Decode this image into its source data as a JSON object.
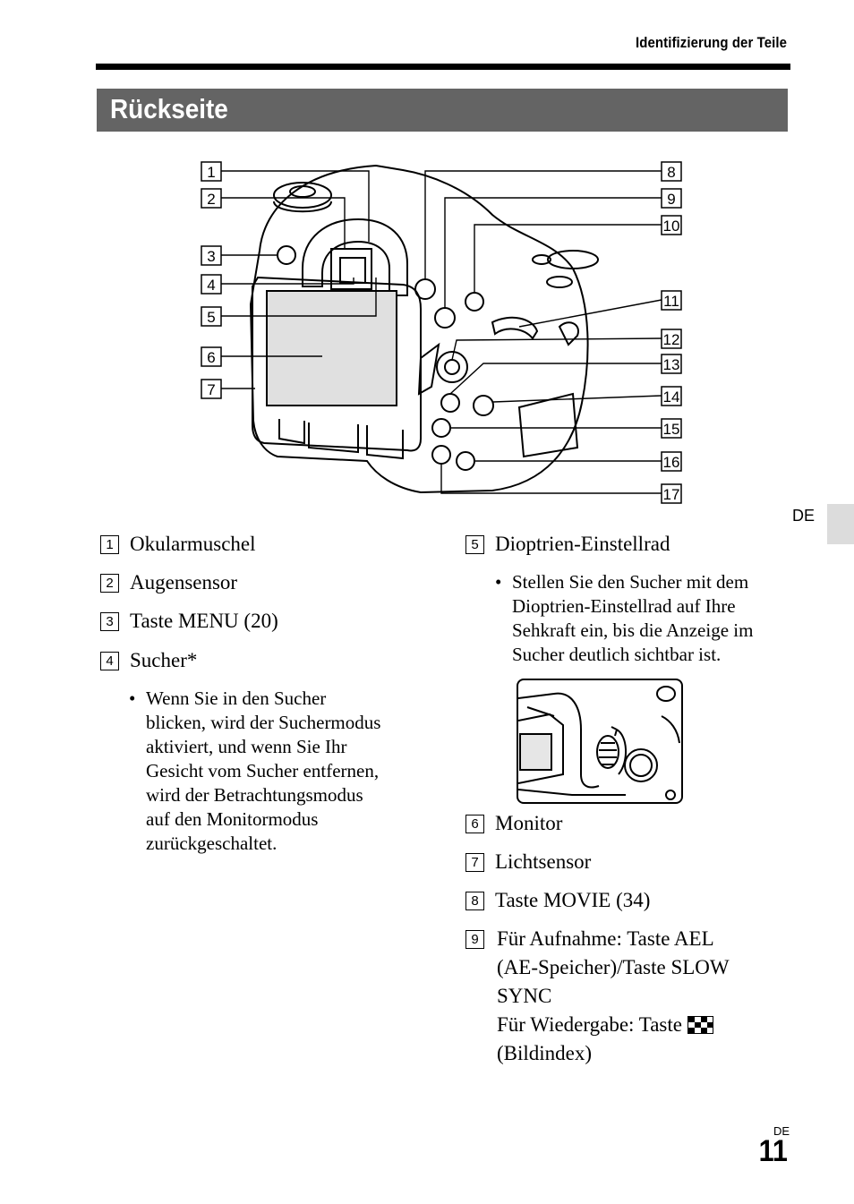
{
  "header": {
    "running_head": "Identifizierung der Teile"
  },
  "section": {
    "title": "Rückseite"
  },
  "figure": {
    "callouts": [
      "1",
      "2",
      "3",
      "4",
      "5",
      "6",
      "7",
      "8",
      "9",
      "10",
      "11",
      "12",
      "13",
      "14",
      "15",
      "16",
      "17"
    ]
  },
  "lang_tab": "DE",
  "left_column": {
    "items": [
      {
        "num": "1",
        "label": "Okularmuschel"
      },
      {
        "num": "2",
        "label": "Augensensor"
      },
      {
        "num": "3",
        "label": "Taste MENU (20)"
      },
      {
        "num": "4",
        "label": "Sucher*"
      }
    ],
    "bullet_lines": [
      "Wenn Sie in den Sucher",
      "blicken, wird der Suchermodus",
      "aktiviert, und wenn Sie Ihr",
      "Gesicht vom Sucher entfernen,",
      "wird der Betrachtungsmodus",
      "auf den Monitormodus",
      "zurückgeschaltet."
    ]
  },
  "right_column": {
    "item5": {
      "num": "5",
      "label": "Dioptrien-Einstellrad"
    },
    "bullet_lines": [
      "Stellen Sie den Sucher mit dem",
      "Dioptrien-Einstellrad auf Ihre",
      "Sehkraft ein, bis die Anzeige im",
      "Sucher deutlich sichtbar ist."
    ],
    "items": [
      {
        "num": "6",
        "label": "Monitor"
      },
      {
        "num": "7",
        "label": "Lichtsensor"
      },
      {
        "num": "8",
        "label": "Taste MOVIE (34)"
      }
    ],
    "item9": {
      "num": "9",
      "lines": [
        "Für Aufnahme: Taste AEL",
        "(AE-Speicher)/Taste SLOW",
        "SYNC",
        "Für Wiedergabe: Taste",
        "(Bildindex)"
      ]
    }
  },
  "footer": {
    "lang": "DE",
    "page": "11"
  }
}
